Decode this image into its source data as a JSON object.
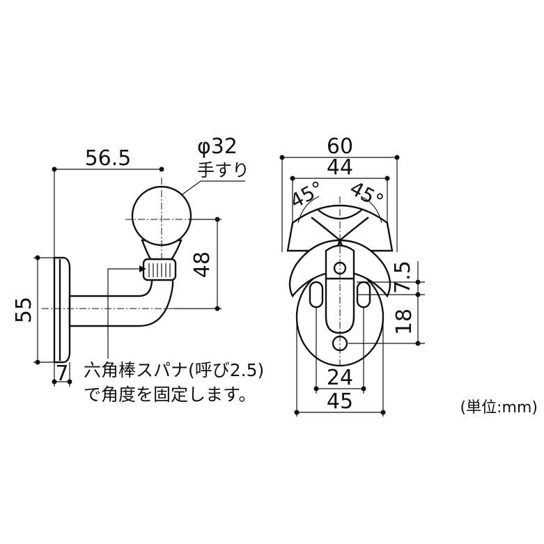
{
  "side_view": {
    "dim_width": "56.5",
    "dim_diameter": "φ32",
    "rail_label": "手すり",
    "dim_height_48": "48",
    "dim_height_55": "55",
    "dim_depth_7": "7",
    "note_line1": "六角棒スパナ(呼び2.5)",
    "note_line2": "で角度を固定します。"
  },
  "front_view": {
    "dim_60": "60",
    "dim_44": "44",
    "angle_left": "45°",
    "angle_right": "45°",
    "dim_7_5": "7.5",
    "dim_18": "18",
    "dim_24": "24",
    "dim_45": "45"
  },
  "unit_label": "(単位:mm)"
}
